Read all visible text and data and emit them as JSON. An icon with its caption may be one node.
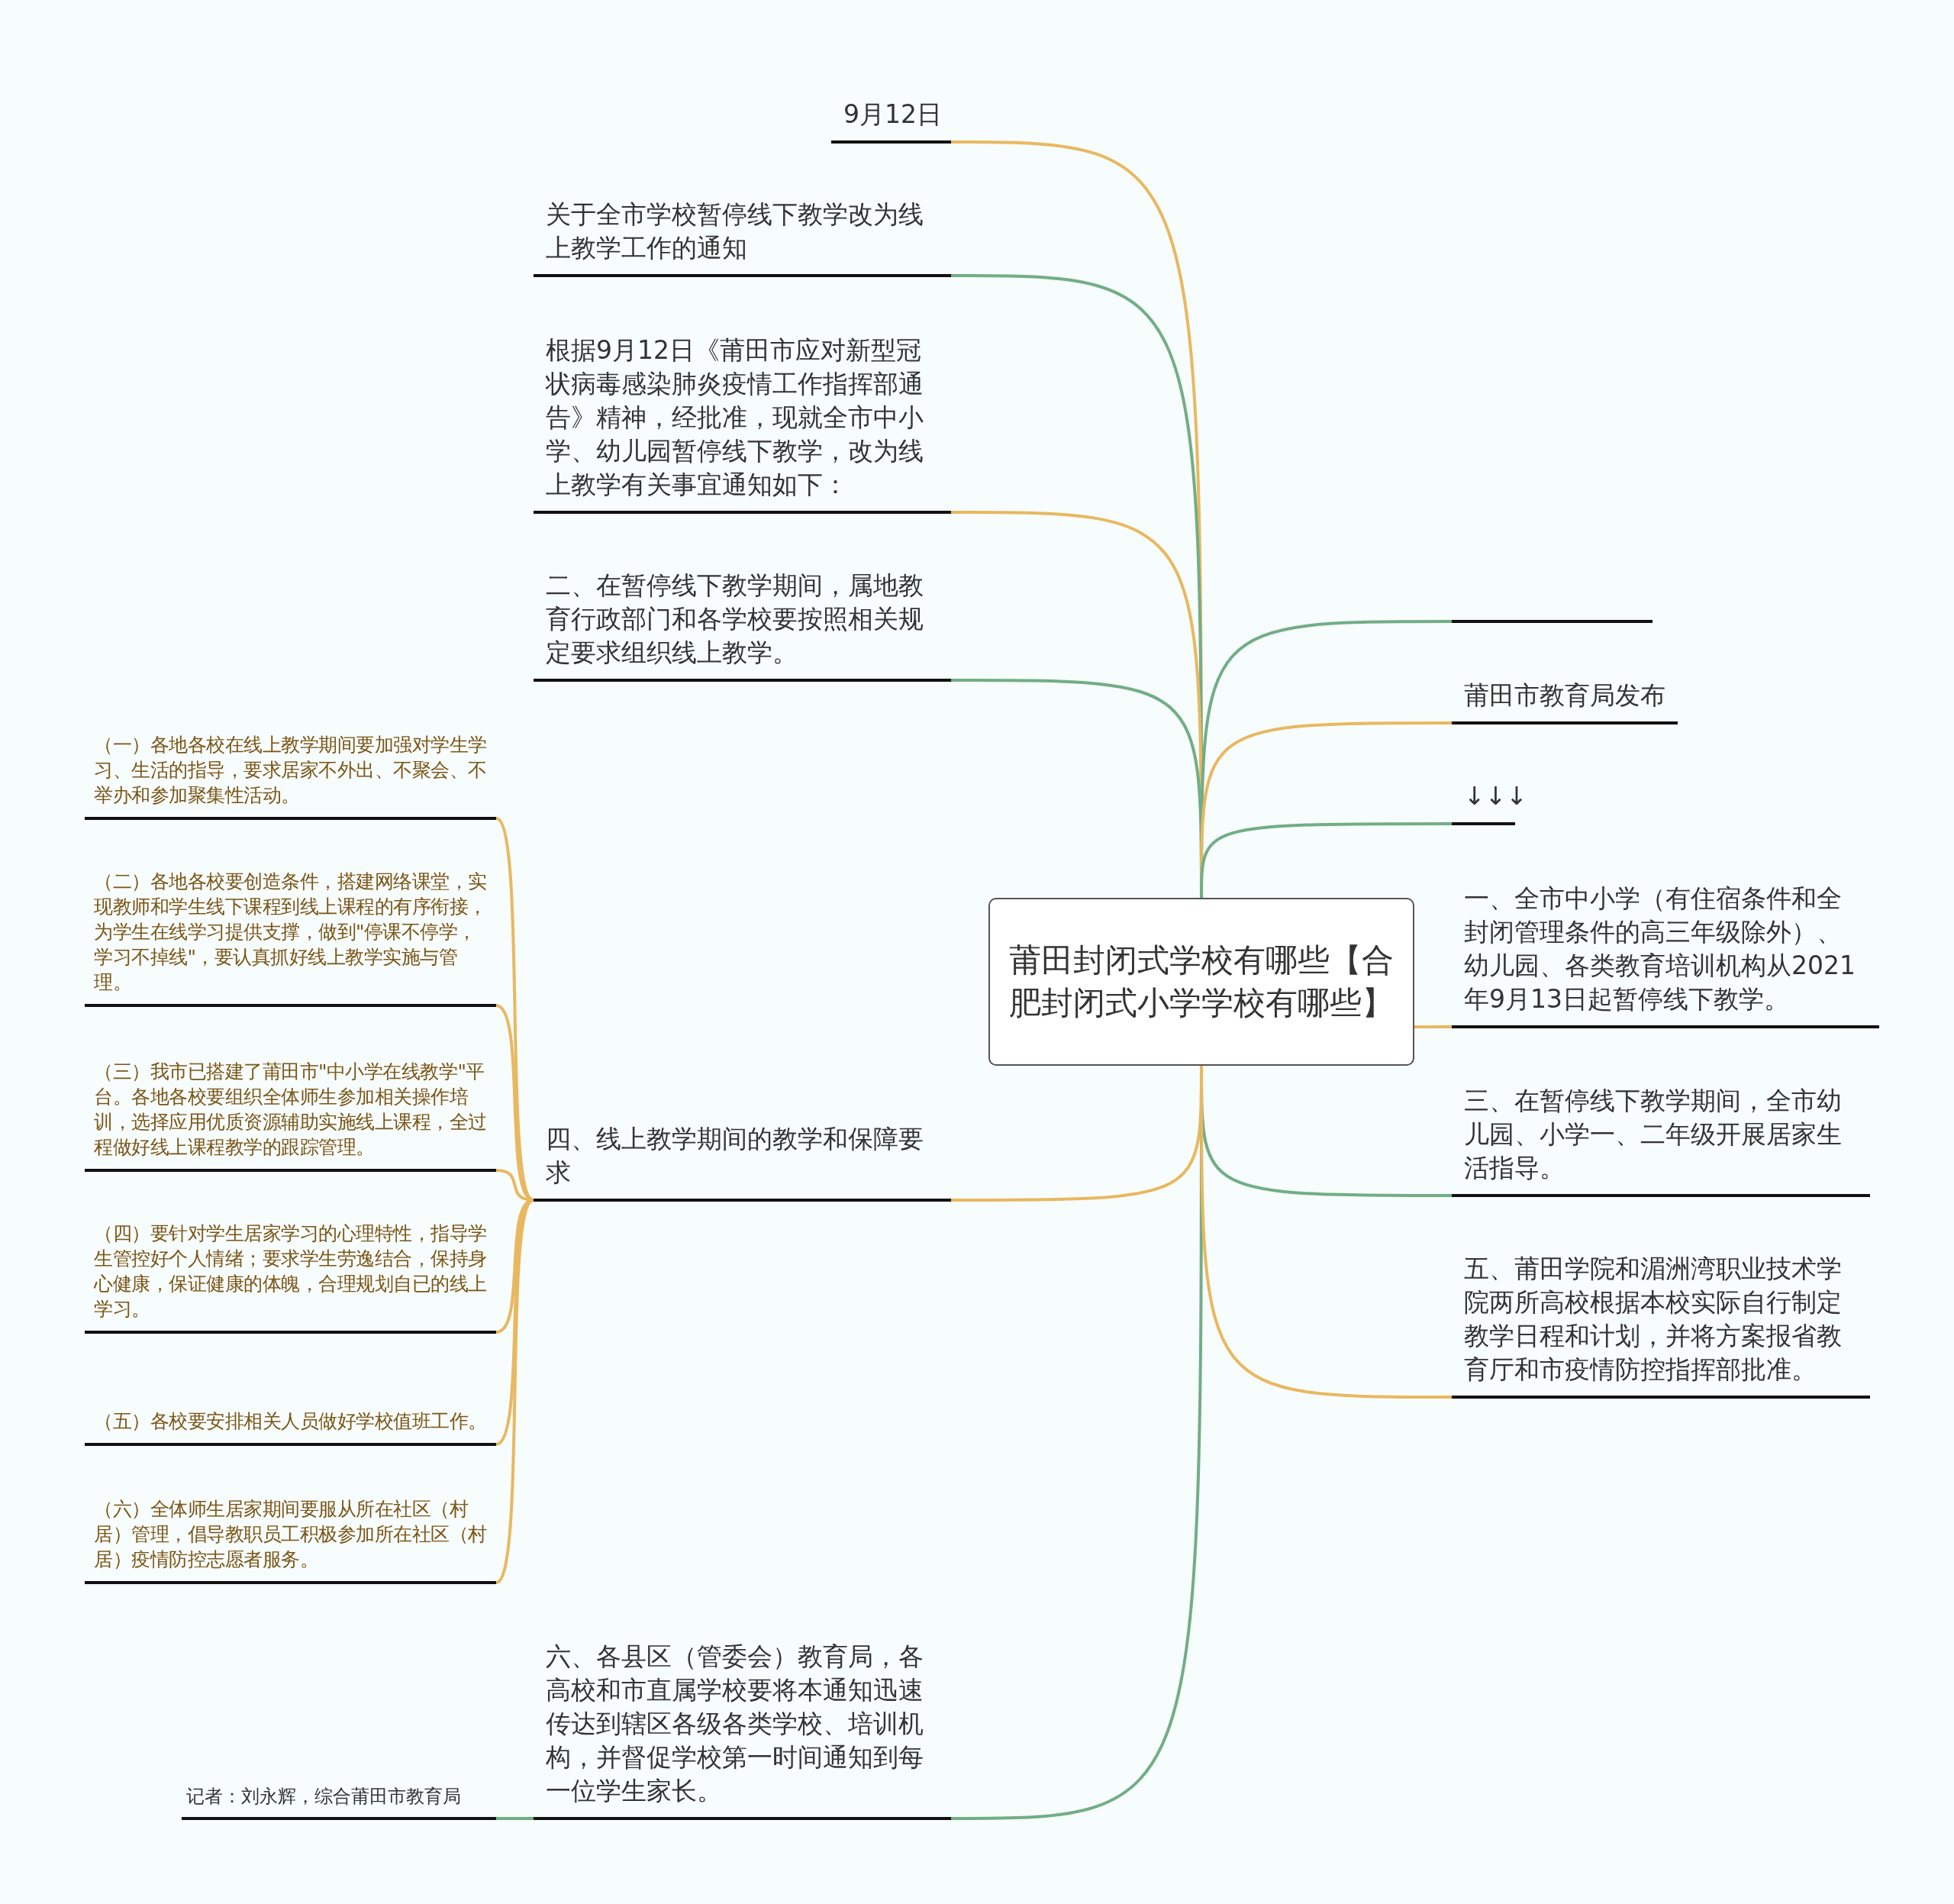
{
  "diagram": {
    "nodes": [
      {
        "text": [
          "莆田封闭式学校有哪些【合肥封闭式小学学校有哪些】"
        ]
      },
      {
        "text": [
          "9月12日"
        ]
      },
      {
        "text": [
          "关于全市学校暂停线下教学改为线上教学工作的通知"
        ]
      },
      {
        "text": [
          "根据9月12日《莆田市应对新型冠状病毒感染肺炎疫情工作指挥部通告》精神，经批准，现就全市中小学、幼儿园暂停线下教学，改为线上教学有关事宜通知如下："
        ]
      },
      {
        "text": [
          "二、在暂停线下教学期间，属地教育行政部门和各学校要按照相关规定要求组织线上教学。"
        ]
      },
      {
        "text": [
          "四、线上教学期间的教学和保障要求"
        ]
      },
      {
        "text": [
          "（一）各地各校在线上教学期间要加强对学生学习、生活的指导，要求居家不外出、不聚会、不举办和参加聚集性活动。"
        ]
      },
      {
        "text": [
          "（二）各地各校要创造条件，搭建网络课堂，实现教师和学生线下课程到线上课程的有序衔接，为学生在线学习提供支撑，做到\"停课不停学，学习不掉线\"，要认真抓好线上教学实施与管理。"
        ]
      },
      {
        "text": [
          "（三）我市已搭建了莆田市\"中小学在线教学\"平台。各地各校要组织全体师生参加相关操作培训，选择应用优质资源辅助实施线上课程，全过程做好线上课程教学的跟踪管理。"
        ]
      },
      {
        "text": [
          "（四）要针对学生居家学习的心理特性，指导学生管控好个人情绪；要求学生劳逸结合，保持身心健康，保证健康的体魄，合理规划自已的线上学习。"
        ]
      },
      {
        "text": [
          "（五）各校要安排相关人员做好学校值班工作。"
        ]
      },
      {
        "text": [
          "（六）全体师生居家期间要服从所在社区（村居）管理，倡导教职员工积极参加所在社区（村居）疫情防控志愿者服务。"
        ]
      },
      {
        "text": [
          "六、各县区（管委会）教育局，各高校和市直属学校要将本通知迅速传达到辖区各级各类学校、培训机构，并督促学校第一时间通知到每一位学生家长。"
        ]
      },
      {
        "text": [
          "记者：刘永辉，综合莆田市教育局"
        ]
      },
      {
        "text": [],
        "shape": "bar"
      },
      {
        "text": [
          "莆田市教育局发布"
        ]
      },
      {
        "text": [
          "↓↓↓"
        ]
      },
      {
        "text": [
          "一、全市中小学（有住宿条件和全封闭管理条件的高三年级除外）、幼儿园、各类教育培训机构从2021年9月13日起暂停线下教学。"
        ]
      },
      {
        "text": [
          "三、在暂停线下教学期间，全市幼儿园、小学一、二年级开展居家生活指导。"
        ]
      },
      {
        "text": [
          "五、莆田学院和湄洲湾职业技术学院两所高校根据本校实际自行制定教学日程和计划，并将方案报省教育厅和市疫情防控指挥部批准。"
        ]
      }
    ],
    "edges": [
      {
        "from": 0,
        "to": 1,
        "arrow": "none"
      },
      {
        "from": 0,
        "to": 2,
        "arrow": "none",
        "color": "#72ad86"
      },
      {
        "from": 0,
        "to": 3,
        "arrow": "none"
      },
      {
        "from": 0,
        "to": 4,
        "arrow": "none",
        "color": "#72ad86"
      },
      {
        "from": 0,
        "to": 5,
        "arrow": "none"
      },
      {
        "from": 5,
        "to": 6,
        "arrow": "none"
      },
      {
        "from": 5,
        "to": 7,
        "arrow": "none"
      },
      {
        "from": 5,
        "to": 8,
        "arrow": "none"
      },
      {
        "from": 5,
        "to": 9,
        "arrow": "none"
      },
      {
        "from": 5,
        "to": 10,
        "arrow": "none"
      },
      {
        "from": 5,
        "to": 11,
        "arrow": "none"
      },
      {
        "from": 0,
        "to": 12,
        "arrow": "none",
        "color": "#72ad86"
      },
      {
        "from": 12,
        "to": 13,
        "arrow": "none",
        "color": "#72ad86"
      },
      {
        "from": 0,
        "to": 14,
        "arrow": "none",
        "color": "#72ad86"
      },
      {
        "from": 0,
        "to": 15,
        "arrow": "none"
      },
      {
        "from": 0,
        "to": 16,
        "arrow": "none",
        "color": "#72ad86"
      },
      {
        "from": 0,
        "to": 17,
        "arrow": "none"
      },
      {
        "from": 0,
        "to": 18,
        "arrow": "none",
        "color": "#72ad86"
      },
      {
        "from": 0,
        "to": 19,
        "arrow": "none"
      }
    ]
  }
}
